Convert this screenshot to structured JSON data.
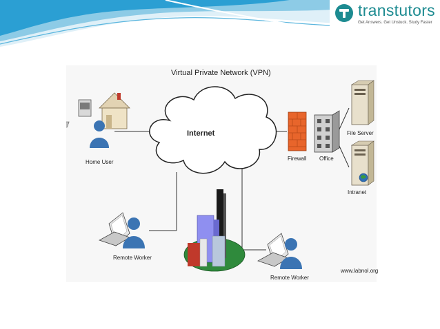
{
  "header": {
    "brand_name": "transtutors",
    "tagline": "Get Answers. Get Unstuck. Study Faster"
  },
  "diagram": {
    "title": "Virtual Private Network (VPN)",
    "cloud_label": "Internet",
    "nodes": {
      "home_user": "Home User",
      "firewall": "Firewall",
      "office": "Office",
      "file_server": "File Server",
      "intranet": "Intranet",
      "remote_worker_left": "Remote Worker",
      "remote_worker_right": "Remote Worker"
    },
    "source": "www.labnol.org"
  }
}
